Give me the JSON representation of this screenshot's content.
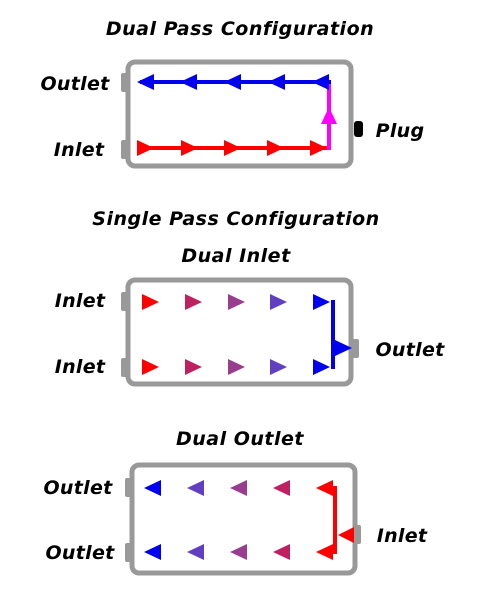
{
  "colors": {
    "frame": "#999999",
    "hot": "#ff0000",
    "cold": "#0000ee",
    "bypass": "#ff00ff",
    "port": "#999999",
    "plug": "#000000"
  },
  "dual_pass": {
    "title": "Dual Pass Configuration",
    "outlet_label": "Outlet",
    "inlet_label": "Inlet",
    "plug_label": "Plug"
  },
  "single_pass": {
    "title": "Single Pass Configuration",
    "dual_inlet": {
      "subtitle": "Dual Inlet",
      "inlet_top_label": "Inlet",
      "inlet_bottom_label": "Inlet",
      "outlet_label": "Outlet"
    },
    "dual_outlet": {
      "subtitle": "Dual Outlet",
      "outlet_top_label": "Outlet",
      "outlet_bottom_label": "Outlet",
      "inlet_label": "Inlet"
    }
  }
}
